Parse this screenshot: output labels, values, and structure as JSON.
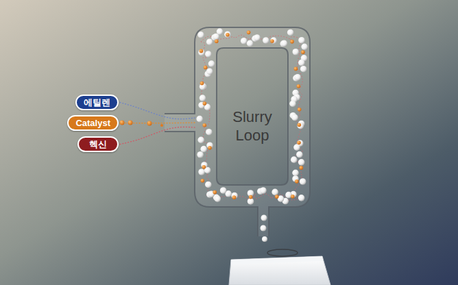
{
  "diagram": {
    "nodes": [
      {
        "text": [
          "에틸렌"
        ]
      },
      {
        "text": [
          "Catalyst"
        ]
      },
      {
        "text": [
          "헥신"
        ]
      },
      {
        "text": [
          "Slurry Loop"
        ]
      }
    ],
    "edges": [
      {
        "from": 0,
        "to": 3,
        "arrow": "none"
      },
      {
        "from": 1,
        "to": 3,
        "arrow": "none"
      },
      {
        "from": 2,
        "to": 3,
        "arrow": "none"
      }
    ]
  }
}
